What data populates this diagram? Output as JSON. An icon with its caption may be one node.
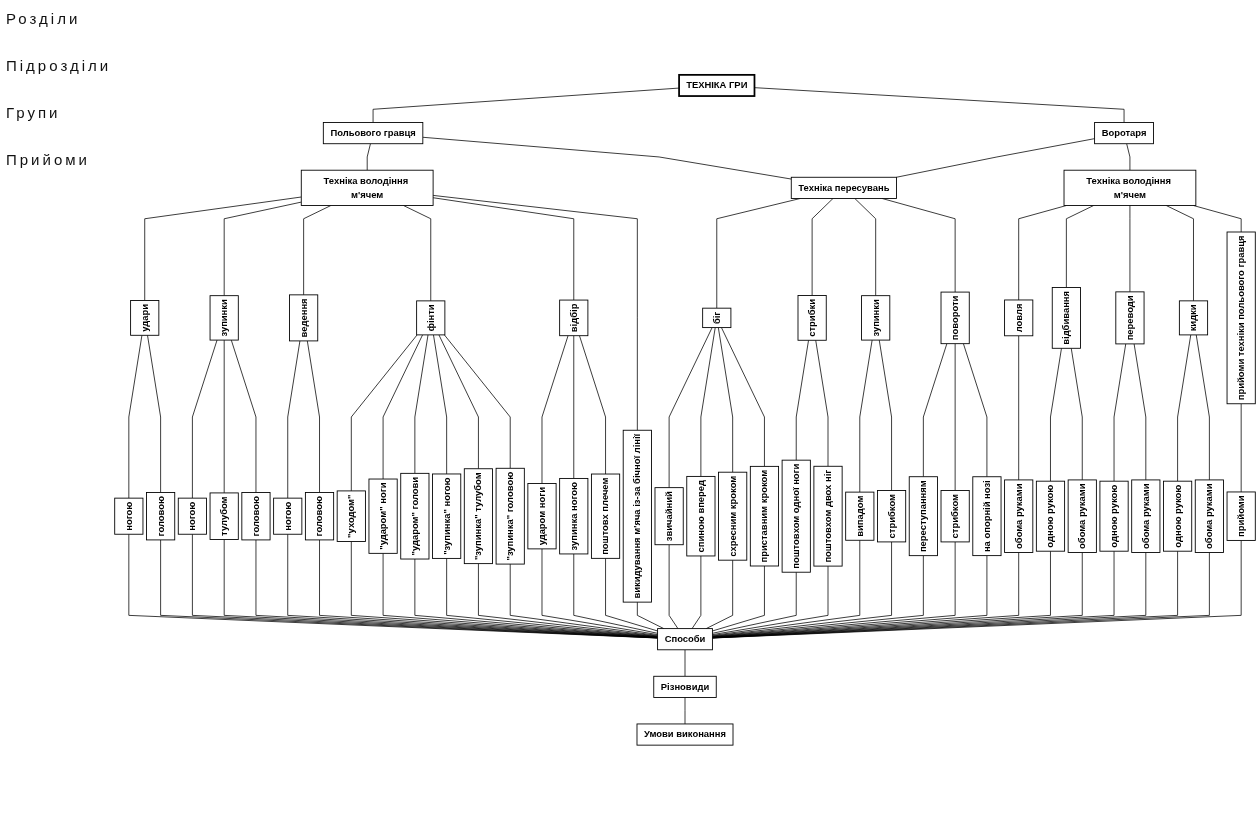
{
  "diagram": {
    "nodes": [
      {
        "text": [
          "ТЕХНІКА ГРИ"
        ]
      },
      {
        "text": [
          "Польового гравця"
        ]
      },
      {
        "text": [
          "Воротаря"
        ]
      },
      {
        "text": [
          "Техніка володіння м'ячем"
        ]
      },
      {
        "text": [
          "Техніка пересувань"
        ]
      },
      {
        "text": [
          "Техніка володіння м'ячем"
        ]
      },
      {
        "text": [
          "удари"
        ]
      },
      {
        "text": [
          "зупинки"
        ]
      },
      {
        "text": [
          "ведення"
        ]
      },
      {
        "text": [
          "фінти"
        ]
      },
      {
        "text": [
          "відбір"
        ]
      },
      {
        "text": [
          "біг"
        ]
      },
      {
        "text": [
          "стрибки"
        ]
      },
      {
        "text": [
          "зупинки"
        ]
      },
      {
        "text": [
          "повороти"
        ]
      },
      {
        "text": [
          "ловля"
        ]
      },
      {
        "text": [
          "відбивання"
        ]
      },
      {
        "text": [
          "переводи"
        ]
      },
      {
        "text": [
          "кидки"
        ]
      },
      {
        "text": [
          "прийоми техніки польового гравця"
        ]
      },
      {
        "text": [
          "ногою"
        ]
      },
      {
        "text": [
          "головою"
        ]
      },
      {
        "text": [
          "ногою"
        ]
      },
      {
        "text": [
          "тулубом"
        ]
      },
      {
        "text": [
          "головою"
        ]
      },
      {
        "text": [
          "ногою"
        ]
      },
      {
        "text": [
          "головою"
        ]
      },
      {
        "text": [
          "\"уходом\""
        ]
      },
      {
        "text": [
          "\"ударом\" ноги"
        ]
      },
      {
        "text": [
          "\"ударом\" голови"
        ]
      },
      {
        "text": [
          "\"зупинка\" ногою"
        ]
      },
      {
        "text": [
          "\"зупинка\" тулубом"
        ]
      },
      {
        "text": [
          "\"зупинка\" головою"
        ]
      },
      {
        "text": [
          "ударом ноги"
        ]
      },
      {
        "text": [
          "зупинка ногою"
        ]
      },
      {
        "text": [
          "поштовх плечем"
        ]
      },
      {
        "text": [
          "викидування м'яча із-за бічної лінії"
        ]
      },
      {
        "text": [
          "звичайний"
        ]
      },
      {
        "text": [
          "спиною вперед"
        ]
      },
      {
        "text": [
          "схресним кроком"
        ]
      },
      {
        "text": [
          "приставним кроком"
        ]
      },
      {
        "text": [
          "поштовхом одної ноги"
        ]
      },
      {
        "text": [
          "поштовхом двох ніг"
        ]
      },
      {
        "text": [
          "випадом"
        ]
      },
      {
        "text": [
          "стрибком"
        ]
      },
      {
        "text": [
          "переступанням"
        ]
      },
      {
        "text": [
          "стрибком"
        ]
      },
      {
        "text": [
          "на опорній нозі"
        ]
      },
      {
        "text": [
          "обома руками"
        ]
      },
      {
        "text": [
          "одною рукою"
        ]
      },
      {
        "text": [
          "обома руками"
        ]
      },
      {
        "text": [
          "одною рукою"
        ]
      },
      {
        "text": [
          "обома руками"
        ]
      },
      {
        "text": [
          "одною рукою"
        ]
      },
      {
        "text": [
          "обома руками"
        ]
      },
      {
        "text": [
          "прийоми"
        ]
      },
      {
        "text": [
          "Способи"
        ]
      },
      {
        "text": [
          "Різновиди"
        ]
      },
      {
        "text": [
          "Умови виконання"
        ]
      }
    ],
    "edges": [
      {
        "from": 0,
        "to": 1,
        "arrow": "none"
      },
      {
        "from": 0,
        "to": 2,
        "arrow": "none"
      },
      {
        "from": 1,
        "to": 3,
        "arrow": "none"
      },
      {
        "from": 1,
        "to": 4,
        "arrow": "none"
      },
      {
        "from": 2,
        "to": 4,
        "arrow": "none"
      },
      {
        "from": 2,
        "to": 5,
        "arrow": "none"
      },
      {
        "from": 3,
        "to": 6,
        "arrow": "none"
      },
      {
        "from": 3,
        "to": 7,
        "arrow": "none"
      },
      {
        "from": 3,
        "to": 8,
        "arrow": "none"
      },
      {
        "from": 3,
        "to": 9,
        "arrow": "none"
      },
      {
        "from": 3,
        "to": 10,
        "arrow": "none"
      },
      {
        "from": 3,
        "to": 36,
        "arrow": "none"
      },
      {
        "from": 4,
        "to": 11,
        "arrow": "none"
      },
      {
        "from": 4,
        "to": 12,
        "arrow": "none"
      },
      {
        "from": 4,
        "to": 13,
        "arrow": "none"
      },
      {
        "from": 4,
        "to": 14,
        "arrow": "none"
      },
      {
        "from": 5,
        "to": 15,
        "arrow": "none"
      },
      {
        "from": 5,
        "to": 16,
        "arrow": "none"
      },
      {
        "from": 5,
        "to": 17,
        "arrow": "none"
      },
      {
        "from": 5,
        "to": 18,
        "arrow": "none"
      },
      {
        "from": 5,
        "to": 19,
        "arrow": "none"
      },
      {
        "from": 6,
        "to": 20,
        "arrow": "none"
      },
      {
        "from": 6,
        "to": 21,
        "arrow": "none"
      },
      {
        "from": 7,
        "to": 22,
        "arrow": "none"
      },
      {
        "from": 7,
        "to": 23,
        "arrow": "none"
      },
      {
        "from": 7,
        "to": 24,
        "arrow": "none"
      },
      {
        "from": 8,
        "to": 25,
        "arrow": "none"
      },
      {
        "from": 8,
        "to": 26,
        "arrow": "none"
      },
      {
        "from": 9,
        "to": 27,
        "arrow": "none"
      },
      {
        "from": 9,
        "to": 28,
        "arrow": "none"
      },
      {
        "from": 9,
        "to": 29,
        "arrow": "none"
      },
      {
        "from": 9,
        "to": 30,
        "arrow": "none"
      },
      {
        "from": 9,
        "to": 31,
        "arrow": "none"
      },
      {
        "from": 9,
        "to": 32,
        "arrow": "none"
      },
      {
        "from": 10,
        "to": 33,
        "arrow": "none"
      },
      {
        "from": 10,
        "to": 34,
        "arrow": "none"
      },
      {
        "from": 10,
        "to": 35,
        "arrow": "none"
      },
      {
        "from": 11,
        "to": 37,
        "arrow": "none"
      },
      {
        "from": 11,
        "to": 38,
        "arrow": "none"
      },
      {
        "from": 11,
        "to": 39,
        "arrow": "none"
      },
      {
        "from": 11,
        "to": 40,
        "arrow": "none"
      },
      {
        "from": 12,
        "to": 41,
        "arrow": "none"
      },
      {
        "from": 12,
        "to": 42,
        "arrow": "none"
      },
      {
        "from": 13,
        "to": 43,
        "arrow": "none"
      },
      {
        "from": 13,
        "to": 44,
        "arrow": "none"
      },
      {
        "from": 14,
        "to": 45,
        "arrow": "none"
      },
      {
        "from": 14,
        "to": 46,
        "arrow": "none"
      },
      {
        "from": 14,
        "to": 47,
        "arrow": "none"
      },
      {
        "from": 15,
        "to": 48,
        "arrow": "none"
      },
      {
        "from": 16,
        "to": 49,
        "arrow": "none"
      },
      {
        "from": 16,
        "to": 50,
        "arrow": "none"
      },
      {
        "from": 17,
        "to": 51,
        "arrow": "none"
      },
      {
        "from": 17,
        "to": 52,
        "arrow": "none"
      },
      {
        "from": 18,
        "to": 53,
        "arrow": "none"
      },
      {
        "from": 18,
        "to": 54,
        "arrow": "none"
      },
      {
        "from": 19,
        "to": 55,
        "arrow": "none"
      },
      {
        "from": 20,
        "to": 56,
        "arrow": "none"
      },
      {
        "from": 21,
        "to": 56,
        "arrow": "none"
      },
      {
        "from": 22,
        "to": 56,
        "arrow": "none"
      },
      {
        "from": 23,
        "to": 56,
        "arrow": "none"
      },
      {
        "from": 24,
        "to": 56,
        "arrow": "none"
      },
      {
        "from": 25,
        "to": 56,
        "arrow": "none"
      },
      {
        "from": 26,
        "to": 56,
        "arrow": "none"
      },
      {
        "from": 27,
        "to": 56,
        "arrow": "none"
      },
      {
        "from": 28,
        "to": 56,
        "arrow": "none"
      },
      {
        "from": 29,
        "to": 56,
        "arrow": "none"
      },
      {
        "from": 30,
        "to": 56,
        "arrow": "none"
      },
      {
        "from": 31,
        "to": 56,
        "arrow": "none"
      },
      {
        "from": 32,
        "to": 56,
        "arrow": "none"
      },
      {
        "from": 33,
        "to": 56,
        "arrow": "none"
      },
      {
        "from": 34,
        "to": 56,
        "arrow": "none"
      },
      {
        "from": 35,
        "to": 56,
        "arrow": "none"
      },
      {
        "from": 36,
        "to": 56,
        "arrow": "none"
      },
      {
        "from": 37,
        "to": 56,
        "arrow": "none"
      },
      {
        "from": 38,
        "to": 56,
        "arrow": "none"
      },
      {
        "from": 39,
        "to": 56,
        "arrow": "none"
      },
      {
        "from": 40,
        "to": 56,
        "arrow": "none"
      },
      {
        "from": 41,
        "to": 56,
        "arrow": "none"
      },
      {
        "from": 42,
        "to": 56,
        "arrow": "none"
      },
      {
        "from": 43,
        "to": 56,
        "arrow": "none"
      },
      {
        "from": 44,
        "to": 56,
        "arrow": "none"
      },
      {
        "from": 45,
        "to": 56,
        "arrow": "none"
      },
      {
        "from": 46,
        "to": 56,
        "arrow": "none"
      },
      {
        "from": 47,
        "to": 56,
        "arrow": "none"
      },
      {
        "from": 48,
        "to": 56,
        "arrow": "none"
      },
      {
        "from": 49,
        "to": 56,
        "arrow": "none"
      },
      {
        "from": 50,
        "to": 56,
        "arrow": "none"
      },
      {
        "from": 51,
        "to": 56,
        "arrow": "none"
      },
      {
        "from": 52,
        "to": 56,
        "arrow": "none"
      },
      {
        "from": 53,
        "to": 56,
        "arrow": "none"
      },
      {
        "from": 54,
        "to": 56,
        "arrow": "none"
      },
      {
        "from": 55,
        "to": 56,
        "arrow": "none"
      },
      {
        "from": 56,
        "to": 57,
        "arrow": "none"
      },
      {
        "from": 57,
        "to": 58,
        "arrow": "none"
      }
    ],
    "labels": [
      "Розділи",
      "Підрозділи",
      "Групи",
      "Прийоми"
    ]
  }
}
